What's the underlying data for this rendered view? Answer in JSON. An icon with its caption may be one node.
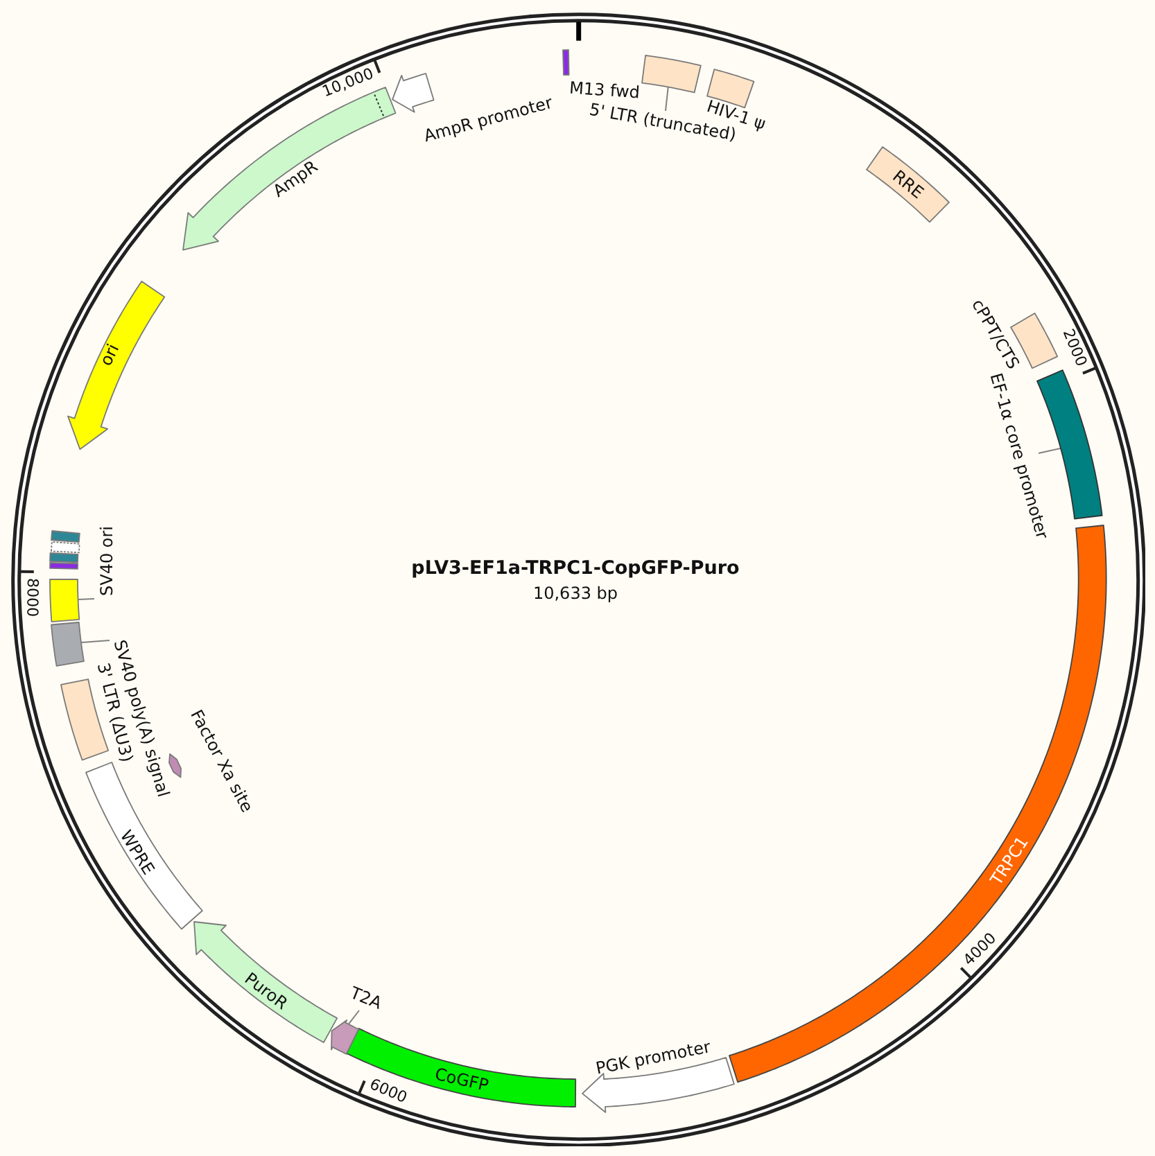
{
  "diagram": {
    "title": "pLV3-EF1a-TRPC1-CopGFP-Puro",
    "nodes": [
      {
        "text": [
          "5' LTR (truncated)"
        ]
      },
      {
        "text": [],
        "shape": "box"
      },
      {
        "text": [
          "HIV-1 ψ"
        ]
      },
      {
        "text": [
          "RRE"
        ]
      },
      {
        "text": [
          "cPPT/CTS"
        ]
      },
      {
        "text": [
          "EF-1α core promoter"
        ]
      },
      {
        "text": [],
        "shape": "bar"
      },
      {
        "text": [
          "TRPC1"
        ]
      },
      {
        "text": [
          "PGK promoter"
        ]
      },
      {
        "text": [
          "CoGFP"
        ]
      },
      {
        "text": [
          "T2A"
        ]
      },
      {
        "text": [],
        "shape": "arrow"
      },
      {
        "text": [
          "PuroR"
        ]
      },
      {
        "text": [
          "WPRE"
        ]
      },
      {
        "text": [
          "Factor Xa site"
        ]
      },
      {
        "text": [
          "3' LTR (ΔU3)"
        ]
      },
      {
        "text": [
          "SV40 poly(A) signal"
        ]
      },
      {
        "text": [],
        "shape": "box"
      },
      {
        "text": [
          "SV40 ori"
        ]
      },
      {
        "text": [],
        "shape": "box"
      },
      {
        "text": [],
        "shape": "box"
      },
      {
        "text": [],
        "shape": "box"
      },
      {
        "text": [],
        "shape": "box"
      },
      {
        "text": [],
        "shape": "box"
      },
      {
        "text": [
          "ori"
        ]
      },
      {
        "text": [
          "AmpR"
        ]
      },
      {
        "text": [
          "AmpR promoter"
        ]
      },
      {
        "text": [
          "M13 fwd"
        ]
      }
    ],
    "edges": [
      {
        "from": 0,
        "to": 1,
        "arrow": "none"
      },
      {
        "from": 5,
        "to": 6,
        "arrow": "none"
      },
      {
        "from": 10,
        "to": 11,
        "arrow": "none"
      },
      {
        "from": 16,
        "to": 17,
        "arrow": "none"
      },
      {
        "from": 18,
        "to": 19,
        "arrow": "none"
      }
    ],
    "labels": [
      "10,633 bp",
      "2000",
      "4000",
      "6000",
      "8000",
      "10,000"
    ]
  }
}
